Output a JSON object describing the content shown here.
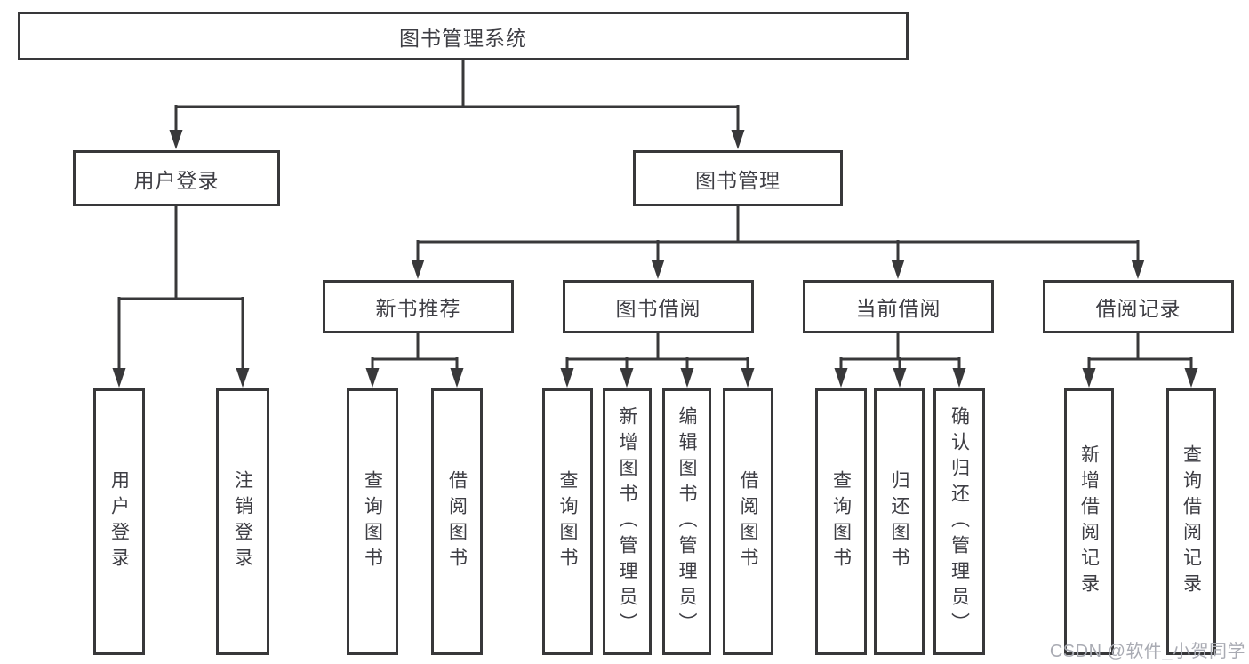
{
  "diagram": {
    "root": {
      "label": "图书管理系统"
    },
    "level2": [
      {
        "label": "用户登录"
      },
      {
        "label": "图书管理"
      }
    ],
    "level3": [
      {
        "label": "新书推荐"
      },
      {
        "label": "图书借阅"
      },
      {
        "label": "当前借阅"
      },
      {
        "label": "借阅记录"
      }
    ],
    "leaves": [
      {
        "label": "用户登录"
      },
      {
        "label": "注销登录"
      },
      {
        "label": "查询图书"
      },
      {
        "label": "借阅图书"
      },
      {
        "label": "查询图书"
      },
      {
        "label": "新增图书（管理员）"
      },
      {
        "label": "编辑图书（管理员）"
      },
      {
        "label": "借阅图书"
      },
      {
        "label": "查询图书"
      },
      {
        "label": "归还图书"
      },
      {
        "label": "确认归还（管理员）"
      },
      {
        "label": "新增借阅记录"
      },
      {
        "label": "查询借阅记录"
      }
    ],
    "colors": {
      "line": "#38383a",
      "text": "#3e3e44",
      "background": "#ffffff",
      "watermark": "#a9abb3"
    }
  },
  "watermark": {
    "text": "CSDN @软件_小贺同学"
  }
}
